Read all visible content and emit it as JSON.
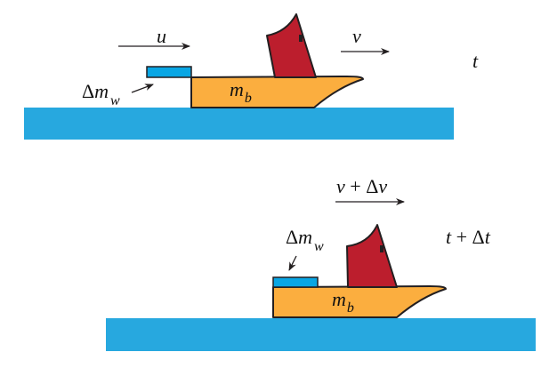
{
  "colors": {
    "water": "#27a8df",
    "hull": "#fbae3f",
    "sail": "#bc1e2d",
    "water_block": "#09a6e4",
    "outline": "#231f20"
  },
  "scene_top": {
    "time_label": "t",
    "water_velocity_label": "u",
    "boat_velocity_label": "v",
    "water_mass_label": {
      "delta": "Δ",
      "symbol": "m",
      "subscript": "w"
    },
    "boat_mass_label": {
      "symbol": "m",
      "subscript": "b"
    }
  },
  "scene_bottom": {
    "time_label": {
      "t": "t",
      "plus": " + ",
      "delta": "Δ",
      "t2": "t"
    },
    "boat_velocity_label": {
      "v": "v",
      "plus": " + ",
      "delta": "Δ",
      "v2": "v"
    },
    "water_mass_label": {
      "delta": "Δ",
      "symbol": "m",
      "subscript": "w"
    },
    "boat_mass_label": {
      "symbol": "m",
      "subscript": "b"
    }
  }
}
